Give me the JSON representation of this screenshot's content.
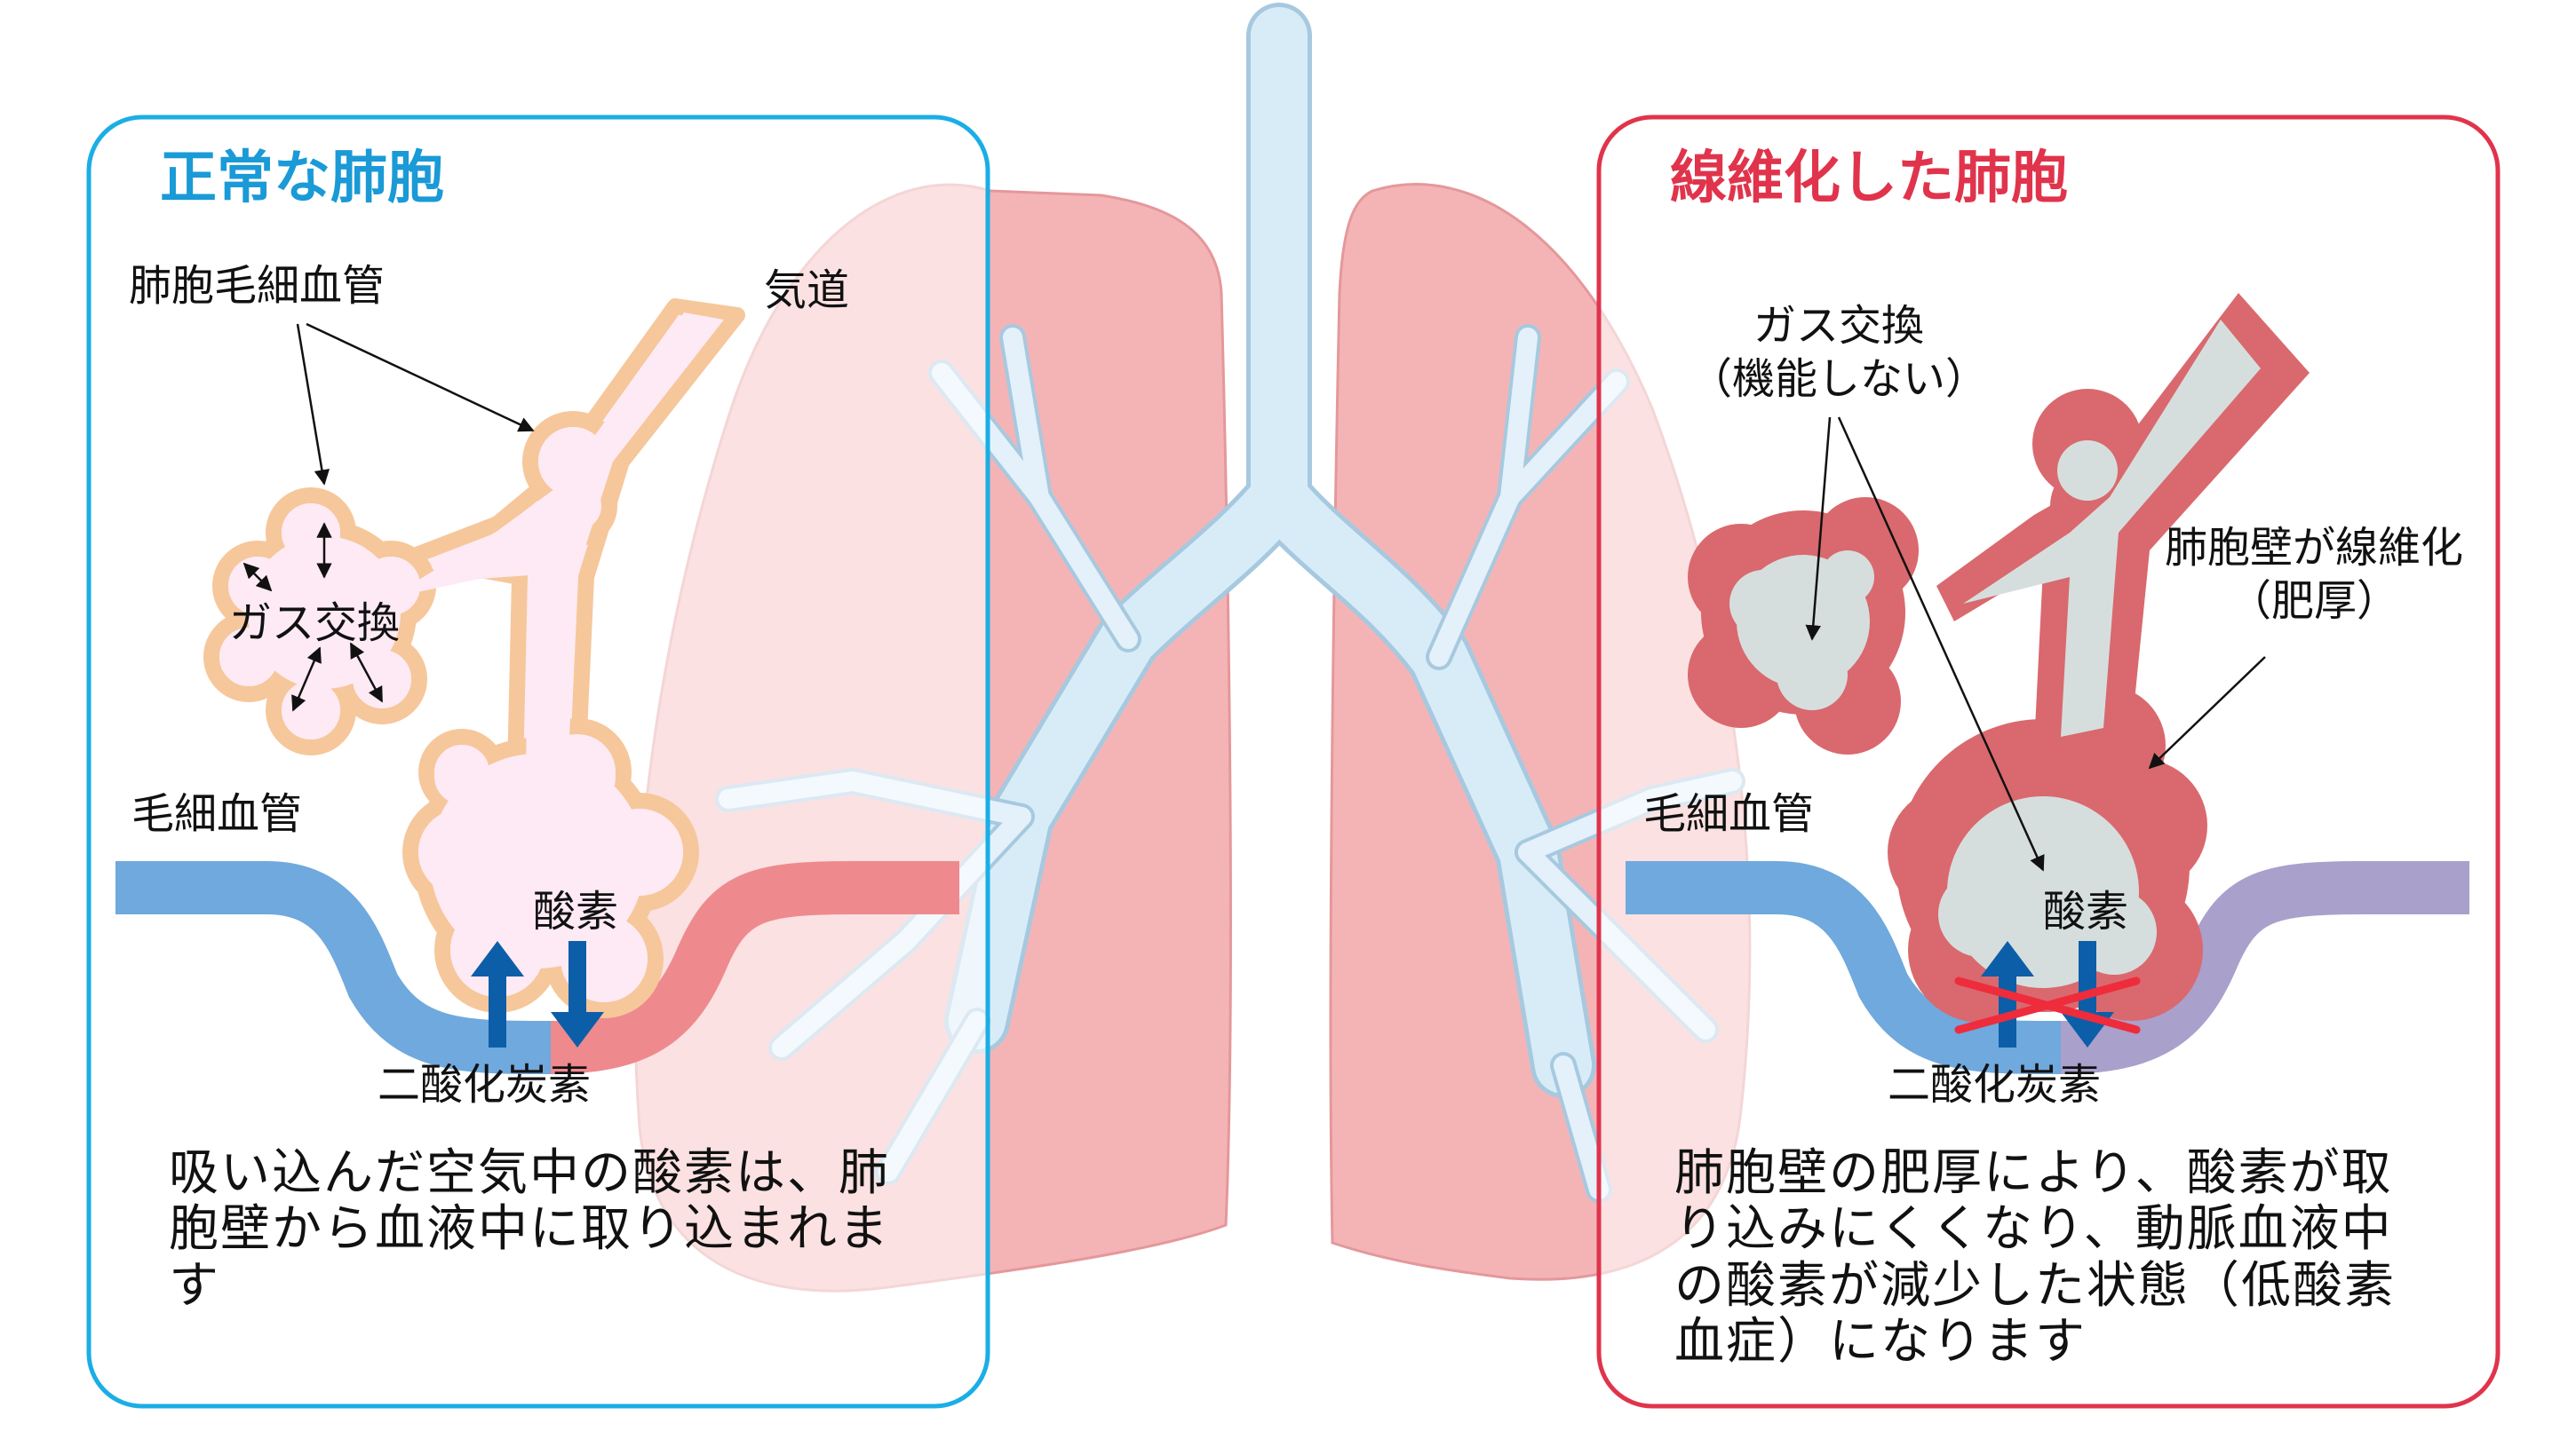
{
  "colors": {
    "normal_frame": "#1aaee4",
    "normal_title": "#1a9ad6",
    "fibrosis_frame": "#e0344c",
    "fibrosis_title": "#e0344c",
    "lung_pink": "#f4b8b8",
    "lung_fill_light": "#fde6e6",
    "airway_blue": "#d8ecf8",
    "vessel_blue": "#6fa9dd",
    "vessel_red": "#ee8a8e",
    "vessel_purple": "#a9a0cc",
    "alveolus_wall": "#f6c79b",
    "alveolus_inner": "#fdeaf4",
    "fibrotic_wall": "#d9696e",
    "fibrotic_inner": "#d6dedd",
    "arrow_blue": "#0d5ea8",
    "cross_red": "#ee2c3c"
  },
  "normal": {
    "title": "正常な肺胞",
    "capillary_label": "肺胞毛細血管",
    "airway_label": "気道",
    "gas_exchange_label": "ガス交換",
    "blood_vessel_label": "毛細血管",
    "oxygen_label": "酸素",
    "co2_label": "二酸化炭素",
    "description": "吸い込んだ空気中の酸素は、肺胞壁から血液中に取り込まれます"
  },
  "fibrosis": {
    "title": "線維化した肺胞",
    "gas_exchange_label_line1": "ガス交換",
    "gas_exchange_label_line2": "（機能しない）",
    "wall_label_line1": "肺胞壁が線維化",
    "wall_label_line2": "（肥厚）",
    "blood_vessel_label": "毛細血管",
    "oxygen_label": "酸素",
    "co2_label": "二酸化炭素",
    "description": "肺胞壁の肥厚により、酸素が取り込みにくくなり、動脈血液中の酸素が減少した状態（低酸素血症）になります"
  }
}
